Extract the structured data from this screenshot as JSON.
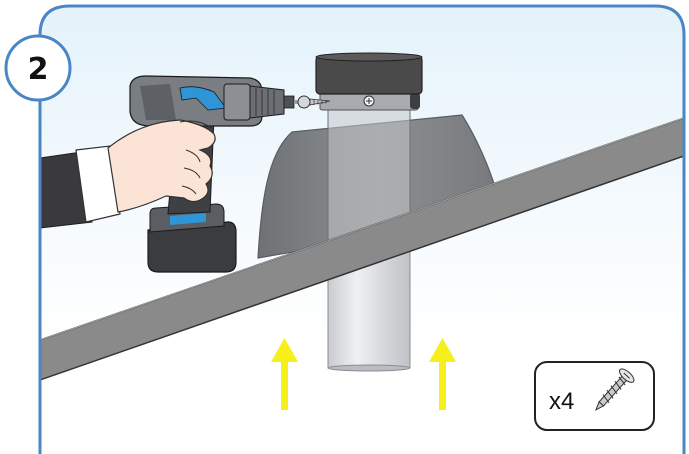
{
  "step": {
    "number": "2"
  },
  "quantity_box": {
    "text": "x4",
    "icon": "screw-icon"
  },
  "illustration": {
    "subject": "drill-fastening-pipe-collar",
    "arrows": "up",
    "colors": {
      "frame_border": "#4a86c5",
      "sky_top": "#e4f2fb",
      "sky_bottom": "#ffffff",
      "roof_panel": "#8a8a8a",
      "roof_outline": "#333333",
      "flashing": "#7d7f82",
      "pipe": "#d7d9dc",
      "pipe_cap": "#4a4a4a",
      "arrow": "#f6ef1a",
      "drill_body": "#6b6e73",
      "drill_accent": "#2f95d6",
      "battery": "#3a3c3f",
      "skin": "#fbe3d6",
      "sleeve": "#3a3a3d",
      "cuff": "#ffffff"
    }
  }
}
